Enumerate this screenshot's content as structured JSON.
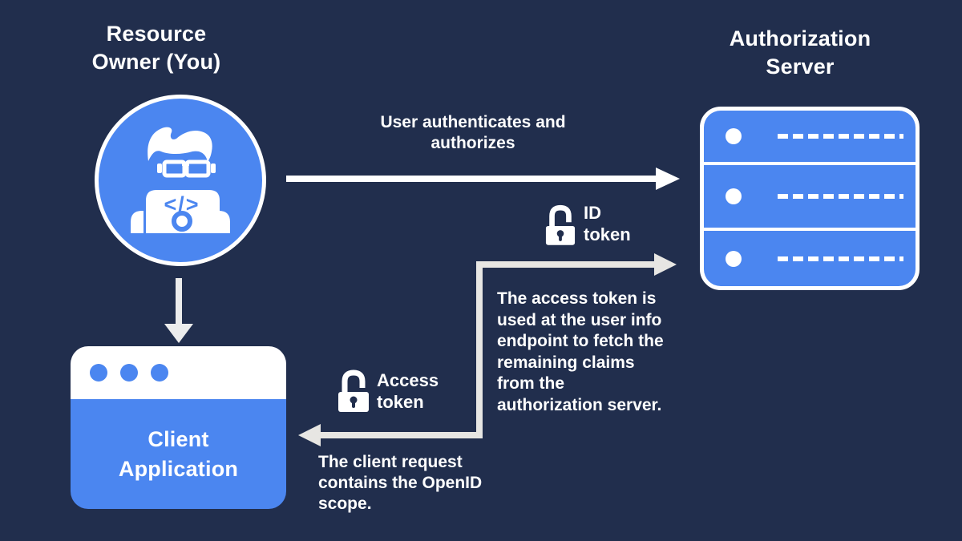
{
  "colors": {
    "bg": "#212e4d",
    "blue": "#4b86f0",
    "white": "#ffffff",
    "arrow_gray": "#e7e6e3"
  },
  "resource_owner": {
    "title": [
      "Resource",
      "Owner (You)"
    ],
    "icon": "developer-avatar-icon",
    "code_glyph": "</>"
  },
  "auth_server": {
    "title": [
      "Authorization",
      "Server"
    ],
    "icon": "server-stack-icon",
    "rows": 3
  },
  "client_app": {
    "label": [
      "Client",
      "Application"
    ],
    "icon": "browser-window-icon"
  },
  "flow": {
    "auth_request": {
      "label": [
        "User authenticates and",
        "authorizes"
      ]
    },
    "id_token": {
      "icon": "padlock-icon",
      "label": [
        "ID",
        "token"
      ]
    },
    "access_token": {
      "icon": "padlock-icon",
      "label": [
        "Access",
        "token"
      ]
    },
    "userinfo_note": {
      "lines": [
        "The access token is",
        "used at the user info",
        "endpoint to fetch the",
        "remaining claims",
        "from the",
        "authorization server."
      ]
    },
    "openid_note": {
      "lines": [
        "The client request",
        "contains the OpenID",
        "scope."
      ]
    }
  }
}
